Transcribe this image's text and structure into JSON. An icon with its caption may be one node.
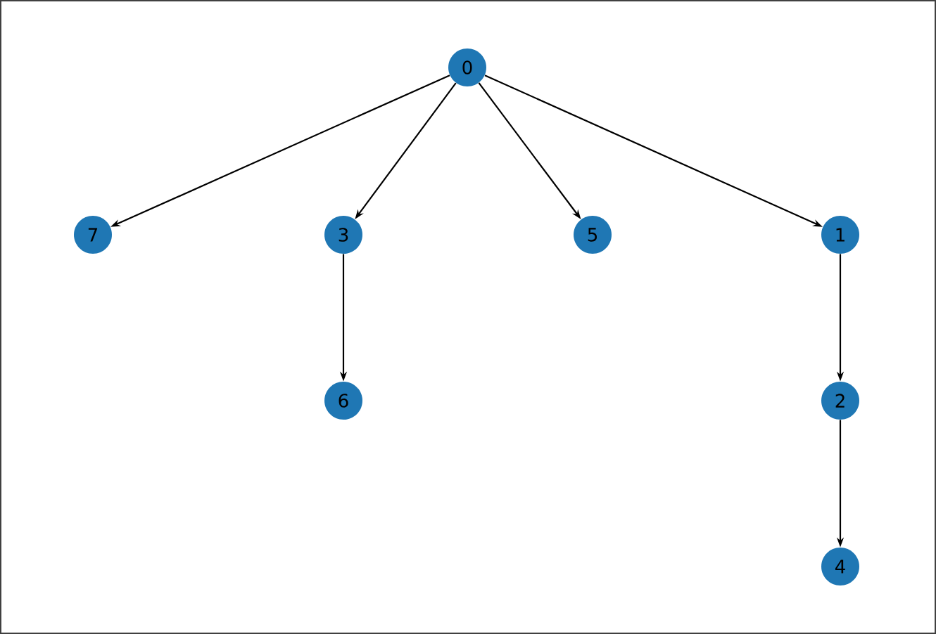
{
  "diagram": {
    "nodes": [
      {
        "text": [
          "0"
        ]
      },
      {
        "text": [
          "7"
        ]
      },
      {
        "text": [
          "3"
        ]
      },
      {
        "text": [
          "5"
        ]
      },
      {
        "text": [
          "1"
        ]
      },
      {
        "text": [
          "6"
        ]
      },
      {
        "text": [
          "2"
        ]
      },
      {
        "text": [
          "4"
        ]
      }
    ],
    "edges": [
      {
        "from": 0,
        "to": 1,
        "arrow": "to"
      },
      {
        "from": 0,
        "to": 2,
        "arrow": "to"
      },
      {
        "from": 0,
        "to": 3,
        "arrow": "to"
      },
      {
        "from": 0,
        "to": 4,
        "arrow": "to"
      },
      {
        "from": 2,
        "to": 5,
        "arrow": "to"
      },
      {
        "from": 4,
        "to": 6,
        "arrow": "to"
      },
      {
        "from": 6,
        "to": 7,
        "arrow": "to"
      }
    ]
  }
}
